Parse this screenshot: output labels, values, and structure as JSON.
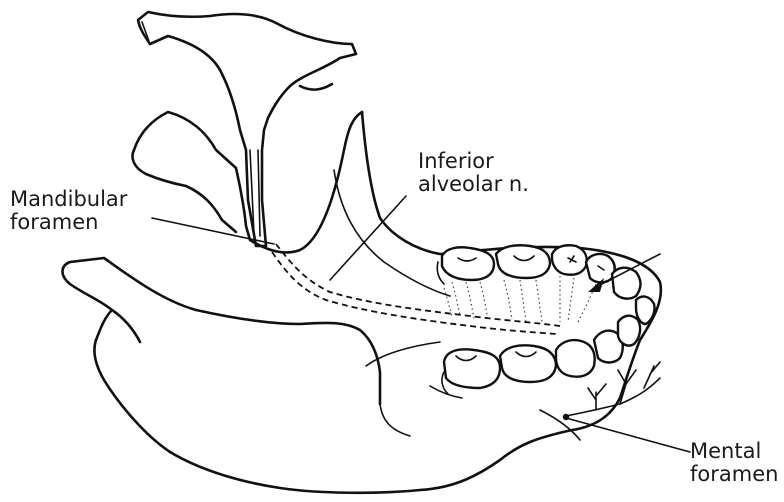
{
  "labels": {
    "inferior_alveolar": [
      "Inferior",
      "alveolar n."
    ],
    "mandibular_foramen": [
      "Mandibular",
      "foramen"
    ],
    "mental_foramen": [
      "Mental",
      "foramen"
    ]
  }
}
